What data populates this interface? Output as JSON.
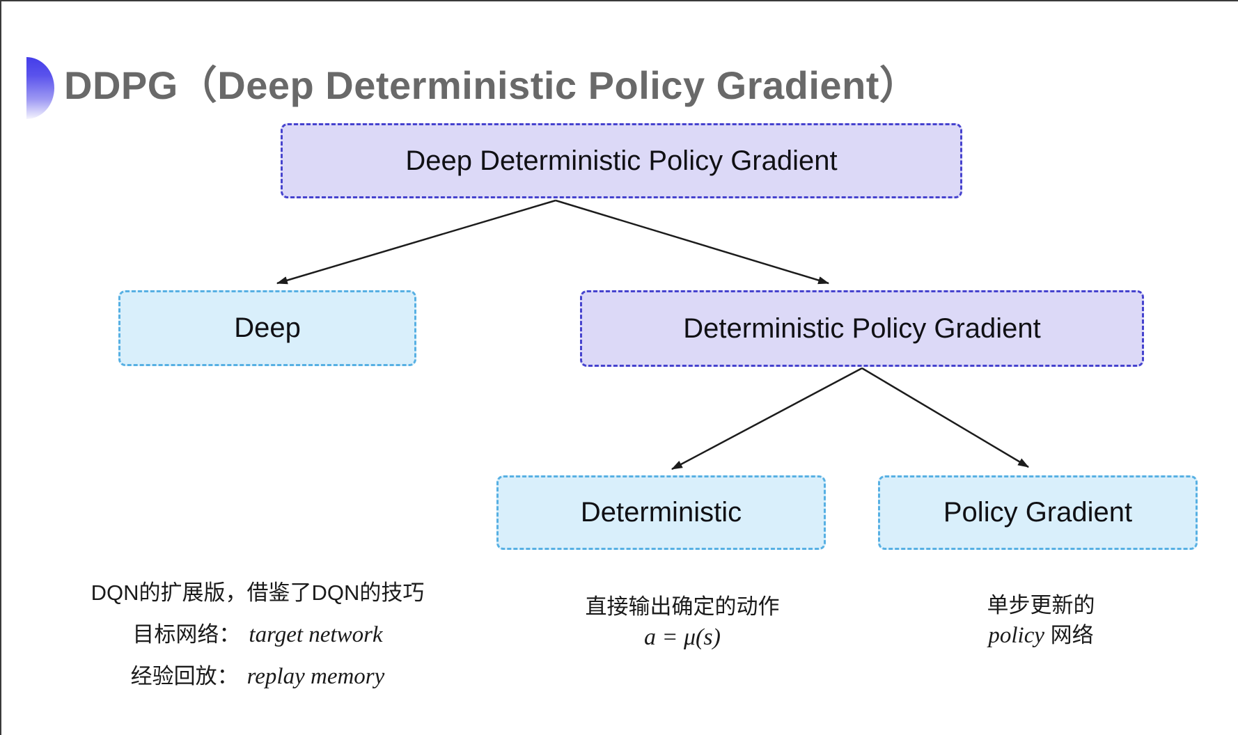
{
  "title": {
    "text": "DDPG（Deep Deterministic Policy Gradient）"
  },
  "nodes": {
    "root": {
      "label": "Deep Deterministic Policy Gradient"
    },
    "deep": {
      "label": "Deep"
    },
    "dpg": {
      "label": "Deterministic Policy Gradient"
    },
    "det": {
      "label": "Deterministic"
    },
    "pg": {
      "label": "Policy Gradient"
    }
  },
  "notes": {
    "dqn": {
      "line1": "DQN的扩展版，借鉴了DQN的技巧",
      "line2_label": "目标网络：",
      "line2_value": "target network",
      "line3_label": "经验回放：",
      "line3_value": "replay memory"
    },
    "det": {
      "line1": "直接输出确定的动作",
      "formula": "a = μ(s)"
    },
    "pg": {
      "line1": "单步更新的",
      "line2_en": "policy",
      "line2_cjk": "网络"
    }
  },
  "colors": {
    "purple_fill": "#dcd9f7",
    "purple_border": "#4643ce",
    "cyan_fill": "#d9effb",
    "cyan_border": "#57b0e3",
    "arrow": "#1c1c1c",
    "title_gray": "#696969",
    "blob_blue": "#443de9"
  }
}
